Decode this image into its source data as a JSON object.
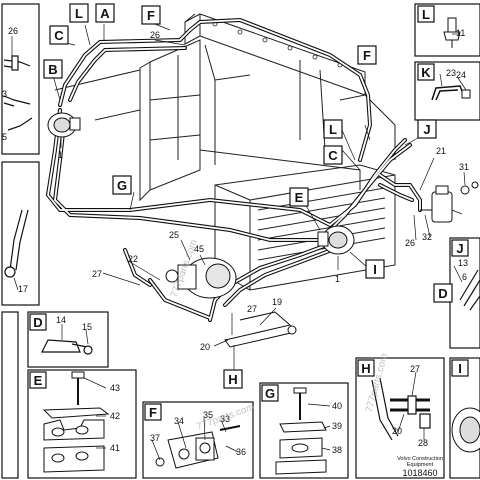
{
  "callouts": {
    "n1a": "1",
    "n1b": "1",
    "n3": "3",
    "n5": "5",
    "n6": "6",
    "n11": "11",
    "n13": "13",
    "n14": "14",
    "n15": "15",
    "n17": "17",
    "n19": "19",
    "n20a": "20",
    "n20b": "20",
    "n21": "21",
    "n22": "22",
    "n23": "23",
    "n24": "24",
    "n25": "25",
    "n26a": "26",
    "n26b": "26",
    "n26c": "26",
    "n27a": "27",
    "n27b": "27",
    "n27c": "27",
    "n28": "28",
    "n31": "31",
    "n32": "32",
    "n33": "33",
    "n34": "34",
    "n35": "35",
    "n36": "36",
    "n37": "37",
    "n38": "38",
    "n39": "39",
    "n40": "40",
    "n41": "41",
    "n42": "42",
    "n43": "43",
    "n45": "45"
  },
  "letters": {
    "A": "A",
    "B": "B",
    "C": "C",
    "D": "D",
    "E": "E",
    "F": "F",
    "G": "G",
    "H": "H",
    "I": "I",
    "J": "J",
    "K": "K",
    "L": "L"
  },
  "footer": {
    "line1": "Volvo Construction",
    "line2": "Equipment",
    "code": "1018460"
  },
  "watermark": "777parts.com"
}
